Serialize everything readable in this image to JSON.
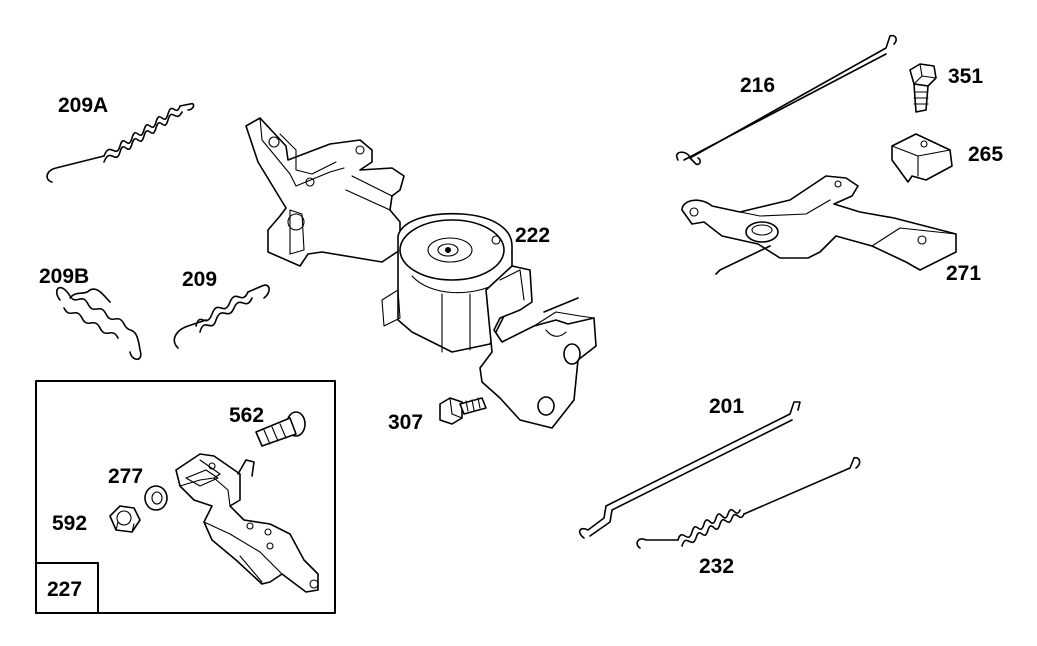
{
  "parts": {
    "p209a": "209A",
    "p209b": "209B",
    "p209": "209",
    "p222": "222",
    "p307": "307",
    "p216": "216",
    "p351": "351",
    "p265": "265",
    "p271": "271",
    "p201": "201",
    "p232": "232"
  },
  "inset": {
    "title": "227",
    "p562": "562",
    "p277": "277",
    "p592": "592"
  }
}
